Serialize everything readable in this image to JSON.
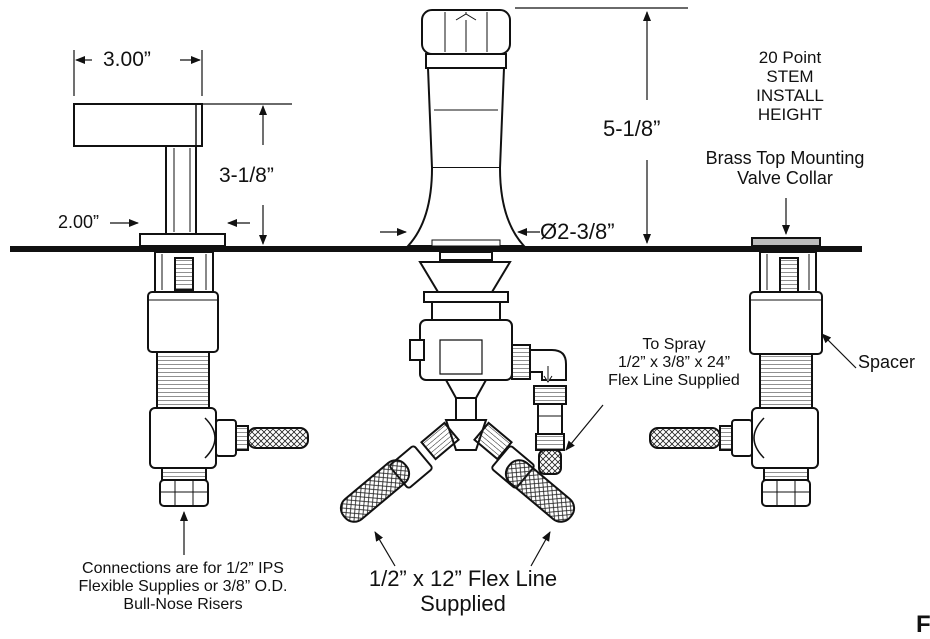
{
  "dimensions": {
    "handle_width": "3.00”",
    "handle_height": "3-1/8”",
    "handle_base": "2.00”",
    "spout_height": "5-1/8”",
    "spout_base_diameter": "Ø2-3/8”"
  },
  "stem_note": [
    "20 Point",
    "STEM",
    "INSTALL",
    "HEIGHT"
  ],
  "collar_note": [
    "Brass Top Mounting",
    "Valve Collar"
  ],
  "spacer_label": "Spacer",
  "spray_note": [
    "To Spray",
    "1/2” x 3/8” x 24”",
    "Flex Line Supplied"
  ],
  "connections_note": [
    "Connections are for 1/2” IPS",
    "Flexible Supplies or 3/8” O.D.",
    "Bull-Nose Risers"
  ],
  "flex_line_note": [
    "1/2” x 12” Flex Line",
    "Supplied"
  ],
  "corner_fragment": "F"
}
